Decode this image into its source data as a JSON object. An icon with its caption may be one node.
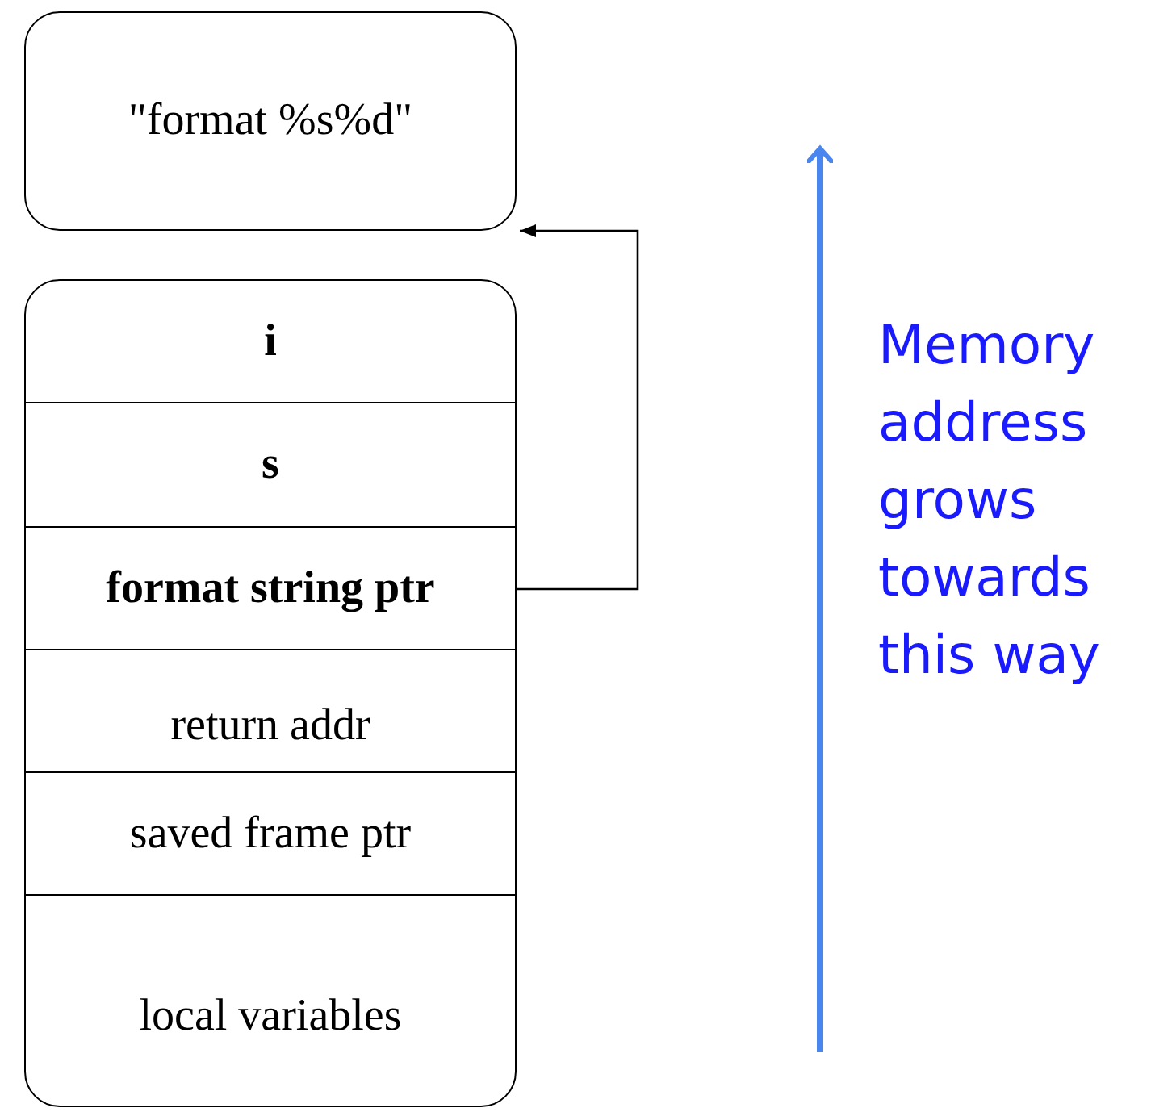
{
  "diagram": {
    "nodes": [
      {
        "text": [
          "\"format %s%d\""
        ]
      },
      {
        "text": [],
        "shape": "box"
      },
      {
        "text": [
          "i"
        ],
        "in": 1
      },
      {
        "text": [
          "s"
        ],
        "in": 1
      },
      {
        "text": [
          "format string ptr"
        ],
        "in": 1
      },
      {
        "text": [
          "return addr"
        ],
        "in": 1
      },
      {
        "text": [
          "saved frame ptr"
        ],
        "in": 1
      },
      {
        "text": [
          "local variables"
        ],
        "in": 1
      }
    ],
    "edges": [
      {
        "from": 4,
        "to": 0,
        "arrow": "to"
      }
    ],
    "labels": [
      "Memory address grows towards this way"
    ]
  }
}
